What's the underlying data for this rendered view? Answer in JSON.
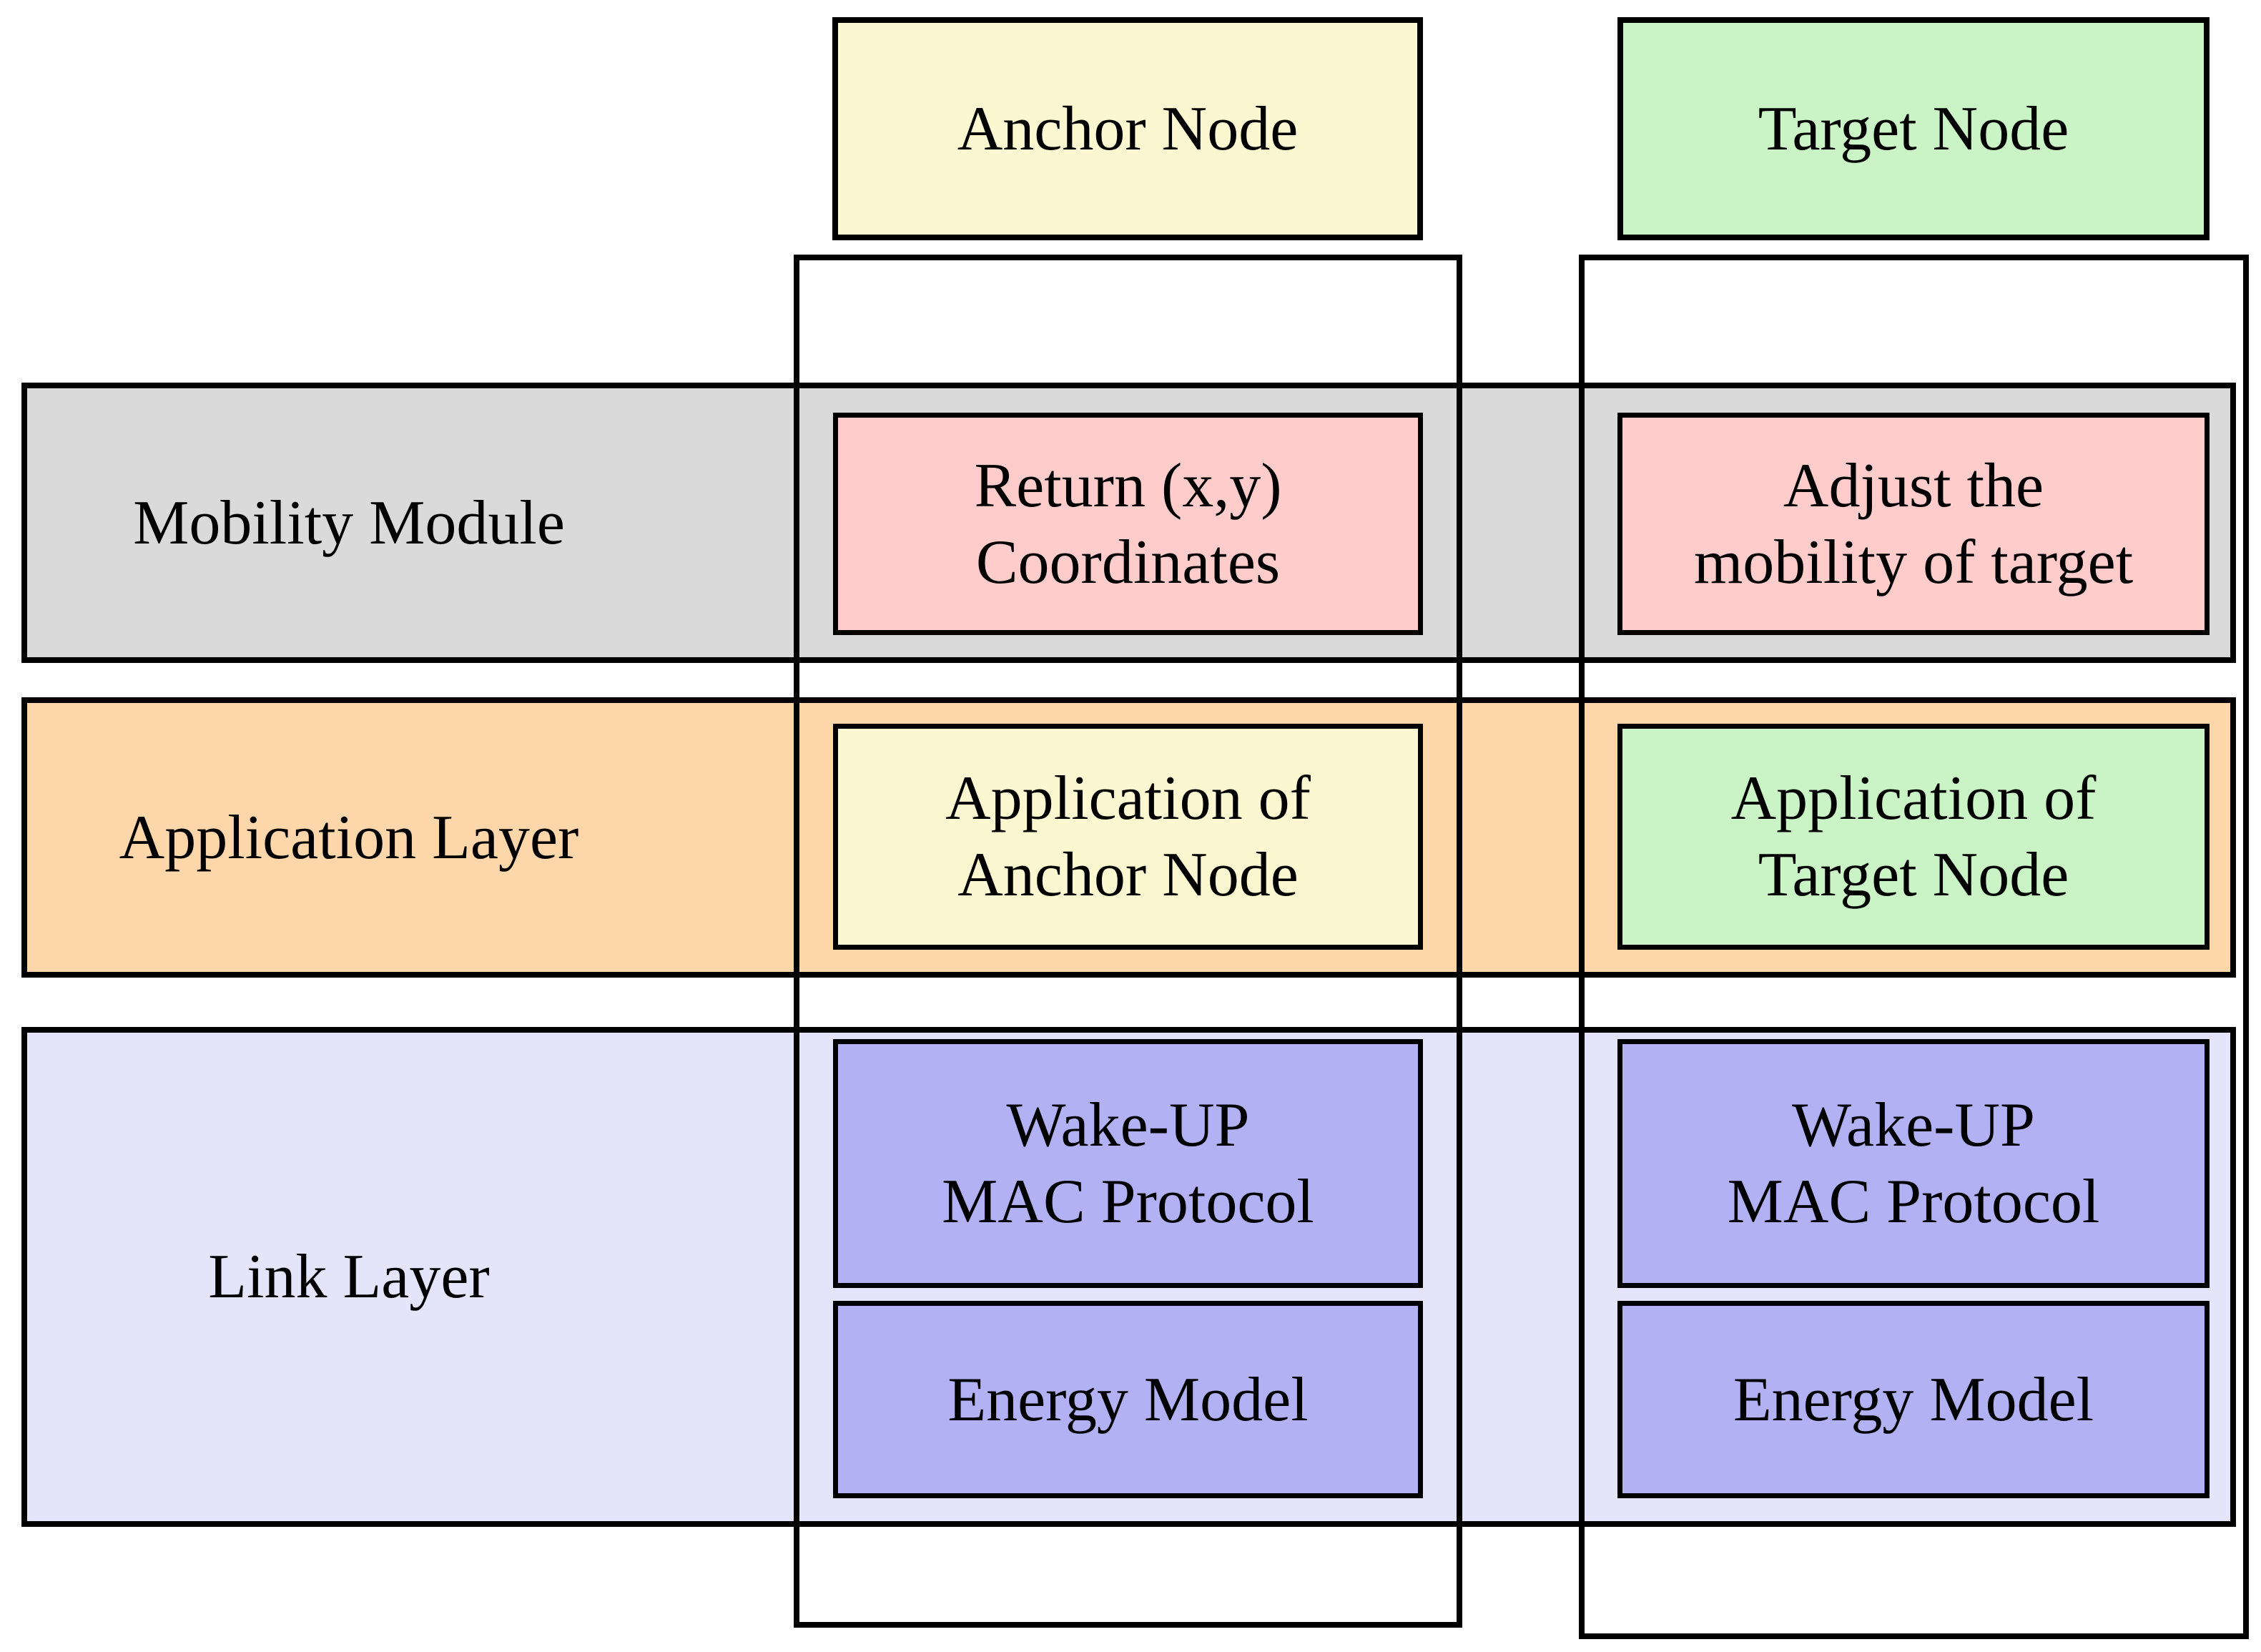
{
  "colors": {
    "yellow": "#FBF7D0",
    "green": "#CAF4C6",
    "pink": "#FFCCCC",
    "gray": "#DADADA",
    "orange": "#FDD6AA",
    "lavender": "#E4E4FA",
    "purple": "#B1B1F3",
    "border": "#000000"
  },
  "headers": {
    "anchor": "Anchor Node",
    "target": "Target Node"
  },
  "bands": {
    "mobility": "Mobility Module",
    "application": "Application Layer",
    "link": "Link Layer"
  },
  "boxes": {
    "return_xy": {
      "line1": "Return (x,y)",
      "line2": "Coordinates"
    },
    "adjust": {
      "line1": "Adjust the",
      "line2": "mobility of target"
    },
    "app_anchor": {
      "line1": "Application of",
      "line2": "Anchor Node"
    },
    "app_target": {
      "line1": "Application of",
      "line2": "Target Node"
    },
    "wake_anchor": {
      "line1": "Wake-UP",
      "line2": "MAC Protocol"
    },
    "wake_target": {
      "line1": "Wake-UP",
      "line2": "MAC Protocol"
    },
    "energy_anchor": "Energy Model",
    "energy_target": "Energy Model"
  }
}
